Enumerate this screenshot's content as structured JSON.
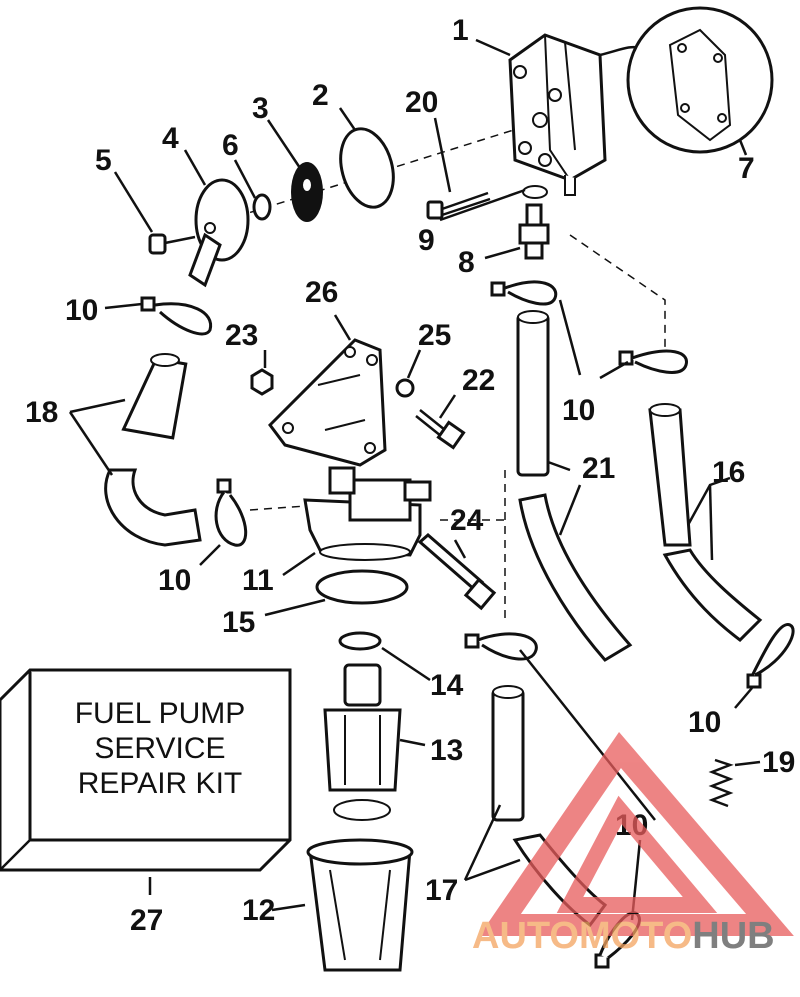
{
  "callouts": [
    "1",
    "2",
    "3",
    "4",
    "5",
    "6",
    "7",
    "8",
    "9",
    "10",
    "11",
    "12",
    "13",
    "14",
    "15",
    "16",
    "17",
    "18",
    "19",
    "20",
    "21",
    "22",
    "23",
    "24",
    "25",
    "26",
    "27"
  ],
  "kit_box": {
    "line1": "FUEL PUMP",
    "line2": "SERVICE",
    "line3": "REPAIR KIT"
  },
  "watermark": {
    "part1": "AUTOMOTO",
    "part2": "HUB",
    "color_primary": "#f4a460",
    "color_secondary": "#555555",
    "triangle_color": "#e85c5c"
  }
}
